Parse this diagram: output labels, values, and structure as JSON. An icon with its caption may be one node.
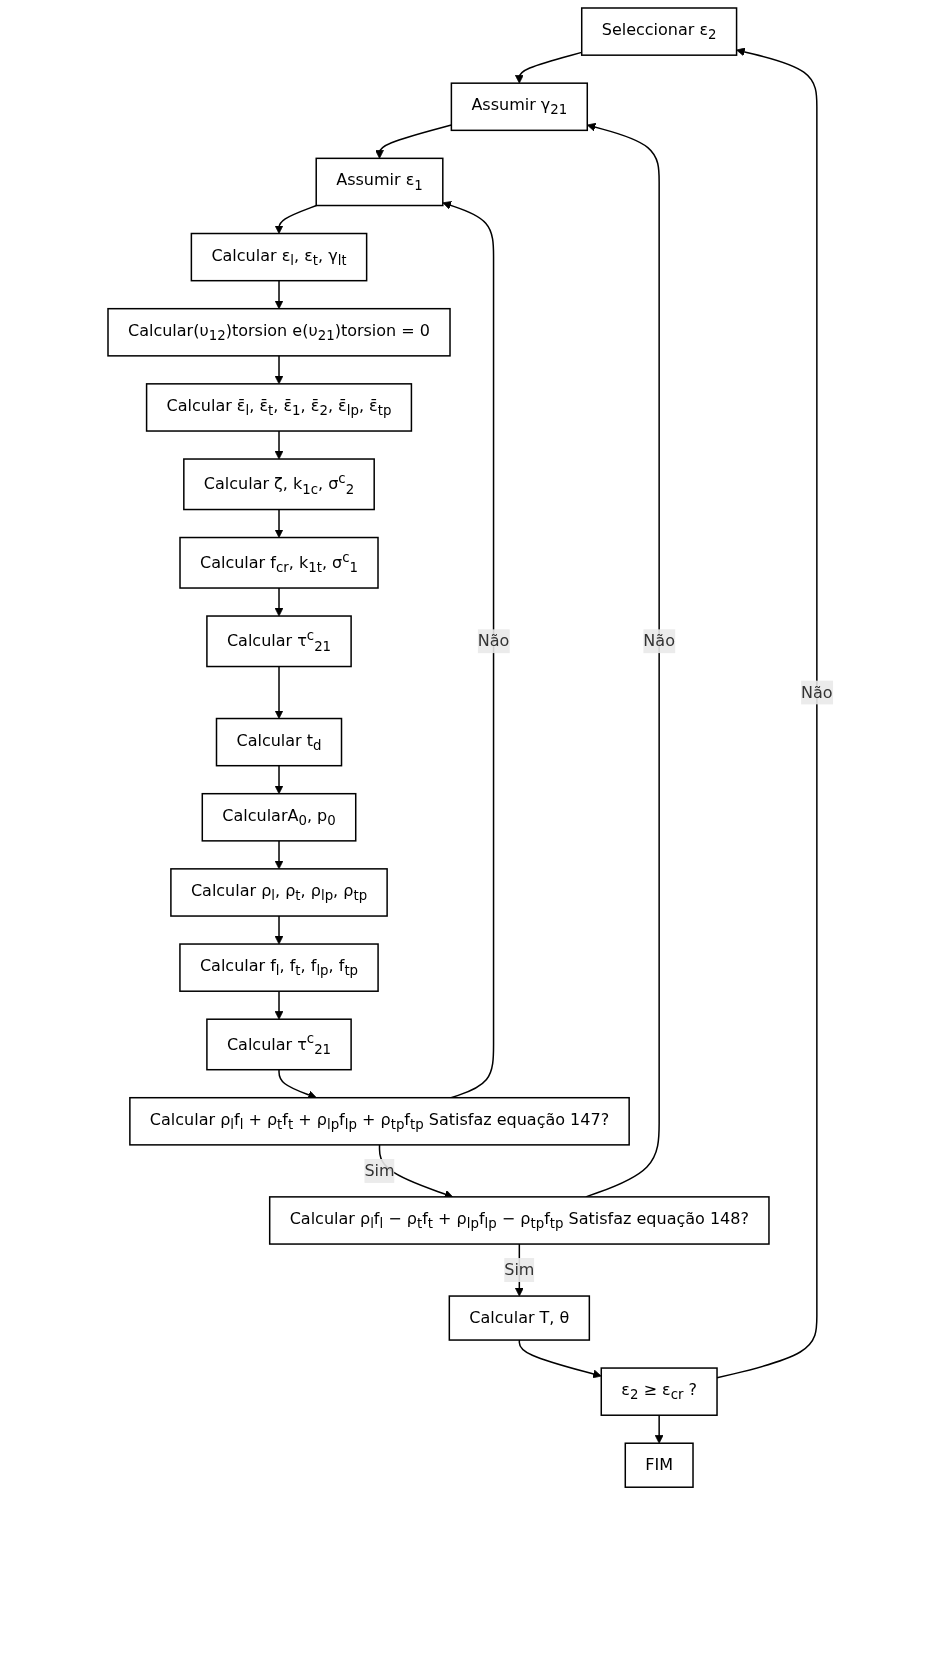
{
  "diagram": {
    "nodes": [
      {
        "text": [
          "Seleccionar ε$_{2}$"
        ]
      },
      {
        "text": [
          "Assumir γ$_{21}$"
        ]
      },
      {
        "text": [
          "Assumir ε$_{1}$"
        ]
      },
      {
        "text": [
          "Calcular ε$_{l}$, ε$_{t}$, γ$_{lt}$"
        ]
      },
      {
        "text": [
          "Calcular(υ$_{12}$)torsion e(υ$_{21}$)torsion = 0"
        ]
      },
      {
        "text": [
          "Calcular ε̄$_{l}$, ε̄$_{t}$, ε̄$_{1}$, ε̄$_{2}$, ε̄$_{lp}$, ε̄$_{tp}$"
        ]
      },
      {
        "text": [
          "Calcular ζ, k$_{1c}$, σ$^{c}$$_{2}$"
        ]
      },
      {
        "text": [
          "Calcular f$_{cr}$, k$_{1t}$, σ$^{c}$$_{1}$"
        ]
      },
      {
        "text": [
          "Calcular τ$^{c}$$_{21}$"
        ]
      },
      {
        "text": [
          "Calcular t$_{d}$"
        ]
      },
      {
        "text": [
          "CalcularA$_{0}$, p$_{0}$"
        ]
      },
      {
        "text": [
          "Calcular ρ$_{l}$, ρ$_{t}$, ρ$_{lp}$, ρ$_{tp}$"
        ]
      },
      {
        "text": [
          "Calcular f$_{l}$, f$_{t}$, f$_{lp}$, f$_{tp}$"
        ]
      },
      {
        "text": [
          "Calcular τ$^{c}$$_{21}$"
        ]
      },
      {
        "text": [
          "Calcular ρ$_{l}$f$_{l}$ + ρ$_{t}$f$_{t}$ + ρ$_{lp}$f$_{lp}$ + ρ$_{tp}$f$_{tp}$ Satisfaz equação 147?"
        ]
      },
      {
        "text": [
          "Calcular ρ$_{l}$f$_{l}$ − ρ$_{t}$f$_{t}$ + ρ$_{lp}$f$_{lp}$ − ρ$_{tp}$f$_{tp}$ Satisfaz equação 148?"
        ]
      },
      {
        "text": [
          "Calcular T, θ"
        ]
      },
      {
        "text": [
          "ε$_{2}$ ≥ ε$_{cr}$ ?"
        ]
      },
      {
        "text": [
          "FIM"
        ]
      }
    ],
    "edges": [
      {
        "from": 0,
        "to": 1,
        "arrow": "to"
      },
      {
        "from": 1,
        "to": 2,
        "arrow": "to"
      },
      {
        "from": 2,
        "to": 3,
        "arrow": "to"
      },
      {
        "from": 3,
        "to": 4,
        "arrow": "to"
      },
      {
        "from": 4,
        "to": 5,
        "arrow": "to"
      },
      {
        "from": 5,
        "to": 6,
        "arrow": "to"
      },
      {
        "from": 6,
        "to": 7,
        "arrow": "to"
      },
      {
        "from": 7,
        "to": 8,
        "arrow": "to"
      },
      {
        "from": 8,
        "to": 9,
        "arrow": "to"
      },
      {
        "from": 9,
        "to": 10,
        "arrow": "to"
      },
      {
        "from": 10,
        "to": 11,
        "arrow": "to"
      },
      {
        "from": 11,
        "to": 12,
        "arrow": "to"
      },
      {
        "from": 12,
        "to": 13,
        "arrow": "to"
      },
      {
        "from": 13,
        "to": 14,
        "arrow": "to"
      },
      {
        "from": 14,
        "to": 2,
        "arrow": "to",
        "label": "Não"
      },
      {
        "from": 14,
        "to": 15,
        "arrow": "to",
        "label": "Sim"
      },
      {
        "from": 15,
        "to": 1,
        "arrow": "to",
        "label": "Não"
      },
      {
        "from": 15,
        "to": 16,
        "arrow": "to",
        "label": "Sim"
      },
      {
        "from": 16,
        "to": 17,
        "arrow": "to"
      },
      {
        "from": 17,
        "to": 0,
        "arrow": "to",
        "label": "Não"
      },
      {
        "from": 17,
        "to": 18,
        "arrow": "to"
      }
    ]
  }
}
